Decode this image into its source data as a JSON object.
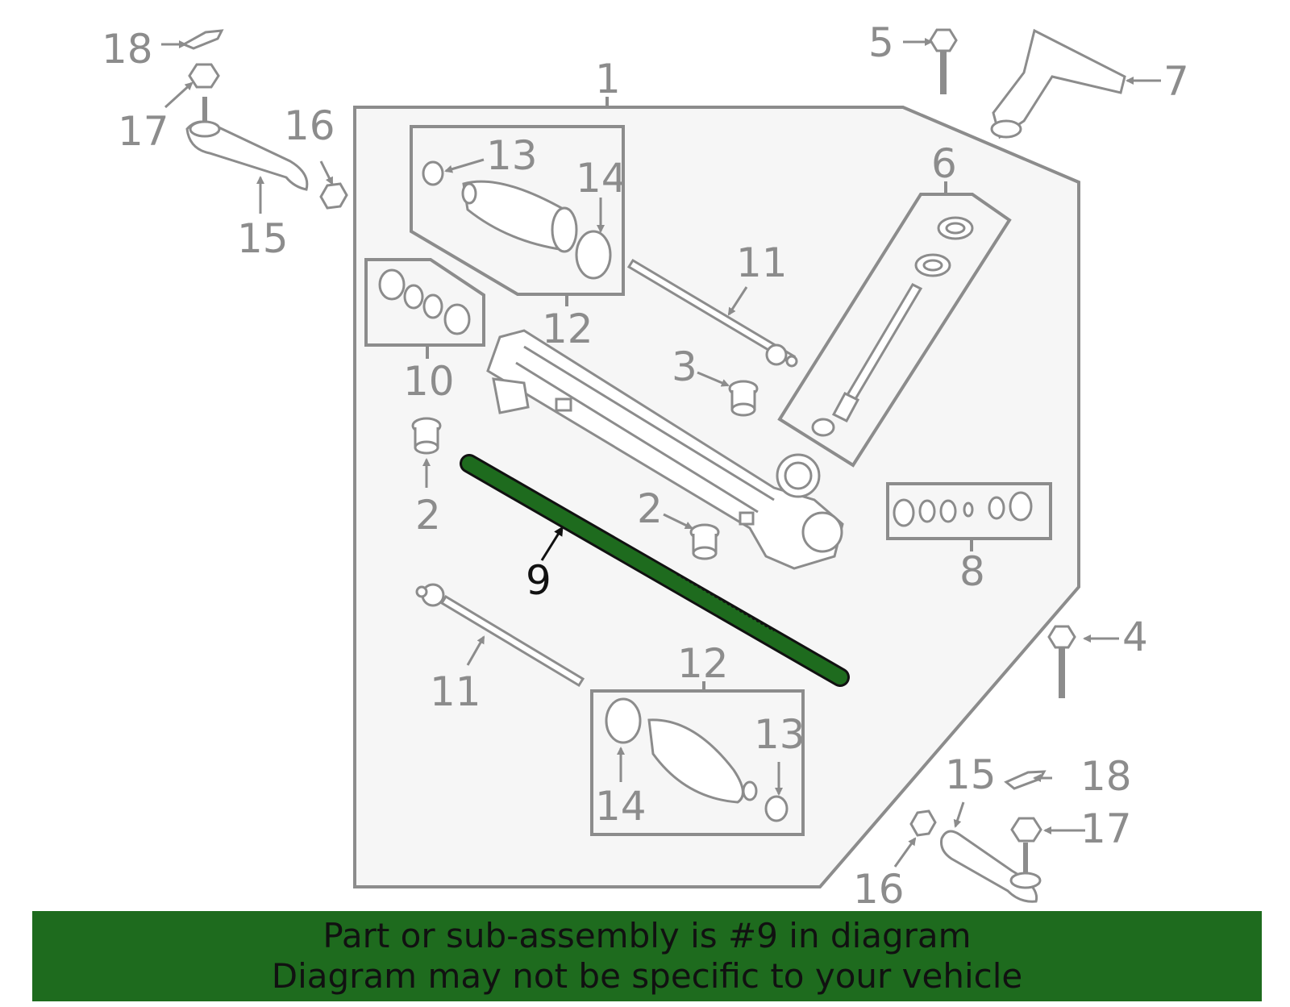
{
  "callouts": [
    {
      "id": "1",
      "label": "1"
    },
    {
      "id": "2a",
      "label": "2"
    },
    {
      "id": "2b",
      "label": "2"
    },
    {
      "id": "3",
      "label": "3"
    },
    {
      "id": "4",
      "label": "4"
    },
    {
      "id": "5",
      "label": "5"
    },
    {
      "id": "6",
      "label": "6"
    },
    {
      "id": "7",
      "label": "7"
    },
    {
      "id": "8",
      "label": "8"
    },
    {
      "id": "9",
      "label": "9",
      "highlighted": true
    },
    {
      "id": "10",
      "label": "10"
    },
    {
      "id": "11a",
      "label": "11"
    },
    {
      "id": "11b",
      "label": "11"
    },
    {
      "id": "12a",
      "label": "12"
    },
    {
      "id": "12b",
      "label": "12"
    },
    {
      "id": "13a",
      "label": "13"
    },
    {
      "id": "13b",
      "label": "13"
    },
    {
      "id": "14a",
      "label": "14"
    },
    {
      "id": "14b",
      "label": "14"
    },
    {
      "id": "15a",
      "label": "15"
    },
    {
      "id": "15b",
      "label": "15"
    },
    {
      "id": "16a",
      "label": "16"
    },
    {
      "id": "16b",
      "label": "16"
    },
    {
      "id": "17a",
      "label": "17"
    },
    {
      "id": "17b",
      "label": "17"
    },
    {
      "id": "18a",
      "label": "18"
    },
    {
      "id": "18b",
      "label": "18"
    }
  ],
  "banner": {
    "line1": "Part or sub-assembly is #9 in diagram",
    "line2": "Diagram may not be specific to your vehicle"
  },
  "colors": {
    "highlight": "#1e6b1e",
    "line": "#8c8c8c",
    "panel": "#f6f6f6"
  }
}
